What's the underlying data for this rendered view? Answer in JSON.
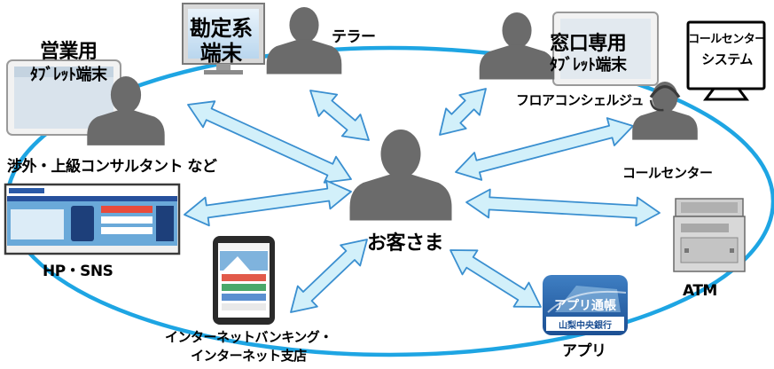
{
  "center": {
    "label": "お客さま"
  },
  "channels": {
    "sales_tablet": {
      "line1": "営業用",
      "line2": "ﾀﾌﾞﾚｯﾄ端末"
    },
    "accounting_terminal": {
      "line1": "勘定系",
      "line2": "端末"
    },
    "teller": {
      "label": "テラー"
    },
    "counter_tablet": {
      "line1": "窓口専用",
      "line2": "ﾀﾌﾞﾚｯﾄ端末"
    },
    "call_center_system": {
      "line1": "コールセンター",
      "line2": "システム"
    },
    "floor_concierge": {
      "label": "フロアコンシェルジュ"
    },
    "consultant": {
      "label": "渉外・上級コンサルタント など"
    },
    "call_center": {
      "label": "コールセンター"
    },
    "hp_sns": {
      "label": "HP・SNS"
    },
    "atm": {
      "label": "ATM"
    },
    "internet_banking": {
      "line1": "インターネットバンキング・",
      "line2": "インターネット支店"
    },
    "app": {
      "label": "アプリ",
      "icon_line1": "アプリ通帳",
      "icon_line2": "山梨中央銀行"
    }
  },
  "colors": {
    "ellipse": "#1ea5e3",
    "arrow_fill": "#d2f0fa",
    "arrow_stroke": "#3a8fd0",
    "person": "#6b6b6b"
  }
}
